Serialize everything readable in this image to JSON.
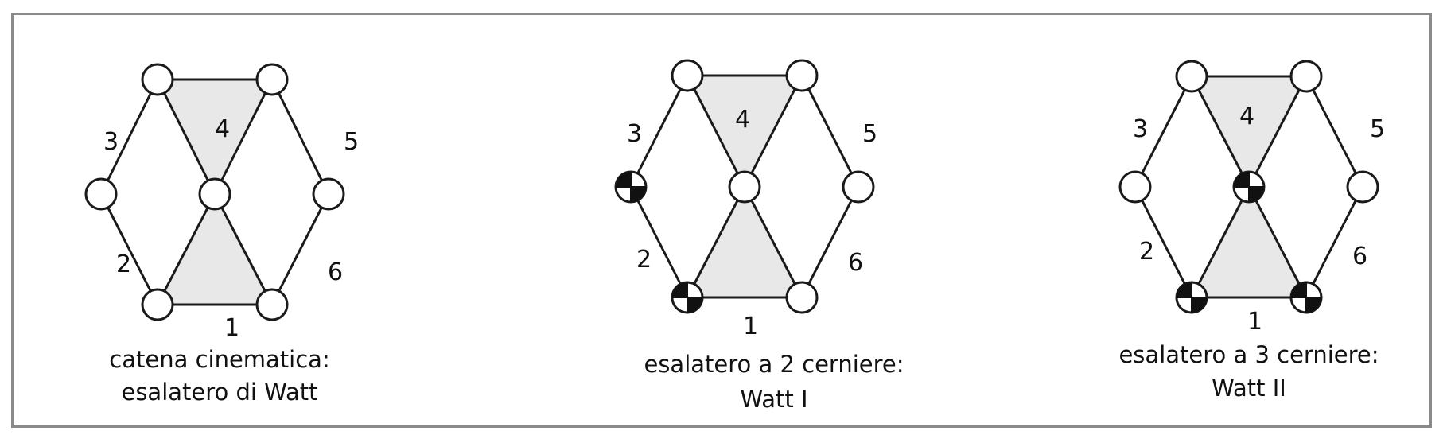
{
  "colors": {
    "stroke": "#1a1a1a",
    "fill_ternary": "#e8e8e8",
    "frame": "#8a8a8a",
    "ground": "#111111"
  },
  "diagrams": [
    {
      "id": "chain",
      "labels": {
        "l1": "1",
        "l2": "2",
        "l3": "3",
        "l4": "4",
        "l5": "5",
        "l6": "6"
      },
      "caption": [
        "catena cinematica:",
        "esalatero di Watt"
      ],
      "ground_joints": []
    },
    {
      "id": "watt1",
      "labels": {
        "l1": "1",
        "l2": "2",
        "l3": "3",
        "l4": "4",
        "l5": "5",
        "l6": "6"
      },
      "caption": [
        "esalatero a 2 cerniere:",
        "Watt I"
      ],
      "ground_joints": [
        "L",
        "BL"
      ]
    },
    {
      "id": "watt2",
      "labels": {
        "l1": "1",
        "l2": "2",
        "l3": "3",
        "l4": "4",
        "l5": "5",
        "l6": "6"
      },
      "caption": [
        "esalatero a 3 cerniere:",
        "Watt II"
      ],
      "ground_joints": [
        "C",
        "BL",
        "BR"
      ]
    }
  ]
}
